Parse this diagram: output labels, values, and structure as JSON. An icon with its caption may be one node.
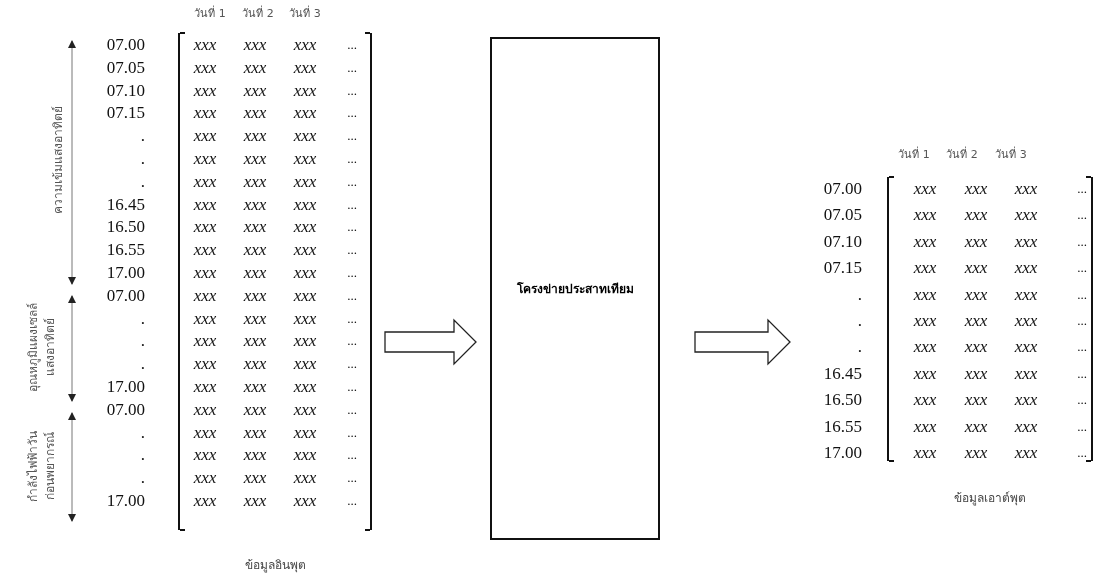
{
  "diagram": {
    "nodes": [
      {
        "text": [
          "ข้อมูลอินพุต"
        ]
      },
      {
        "text": [
          "โครงข่ายประสาทเทียม"
        ]
      },
      {
        "text": [
          "ข้อมูลเอาต์พุต"
        ]
      }
    ],
    "edges": [
      {
        "from": 0,
        "to": 1,
        "arrow": "to"
      },
      {
        "from": 1,
        "to": 2,
        "arrow": "to"
      }
    ],
    "labels": [
      "ความเข้มแสงอาทิตย์",
      "อุณหภูมิแผงเซลล์แสงอาทิตย์",
      "กำลังไฟฟ้าวันก่อนพยากรณ์",
      "วันที่ 1",
      "วันที่ 2",
      "วันที่ 3",
      "07.00",
      "xxx",
      "xxx",
      "xxx",
      "...",
      "07.05",
      "xxx",
      "xxx",
      "xxx",
      "...",
      "07.10",
      "xxx",
      "xxx",
      "xxx",
      "...",
      "07.15",
      "xxx",
      "xxx",
      "xxx",
      "...",
      ".",
      "xxx",
      "xxx",
      "xxx",
      "...",
      ".",
      "xxx",
      "xxx",
      "xxx",
      "...",
      ".",
      "xxx",
      "xxx",
      "xxx",
      "...",
      "16.45",
      "xxx",
      "xxx",
      "xxx",
      "...",
      "16.50",
      "xxx",
      "xxx",
      "xxx",
      "...",
      "16.55",
      "xxx",
      "xxx",
      "xxx",
      "...",
      "17.00",
      "xxx",
      "xxx",
      "xxx",
      "...",
      "07.00",
      "xxx",
      "xxx",
      "xxx",
      "...",
      ".",
      "xxx",
      "xxx",
      "xxx",
      "...",
      ".",
      "xxx",
      "xxx",
      "xxx",
      "...",
      ".",
      "xxx",
      "xxx",
      "xxx",
      "...",
      "17.00",
      "xxx",
      "xxx",
      "xxx",
      "...",
      "07.00",
      "xxx",
      "xxx",
      "xxx",
      "...",
      ".",
      "xxx",
      "xxx",
      "xxx",
      "...",
      ".",
      "xxx",
      "xxx",
      "xxx",
      "...",
      ".",
      "xxx",
      "xxx",
      "xxx",
      "...",
      "17.00",
      "xxx",
      "xxx",
      "xxx",
      "...",
      "วันที่ 1",
      "วันที่ 2",
      "วันที่ 3",
      "07.00",
      "xxx",
      "xxx",
      "xxx",
      "...",
      "07.05",
      "xxx",
      "xxx",
      "xxx",
      "...",
      "07.10",
      "xxx",
      "xxx",
      "xxx",
      "...",
      "07.15",
      "xxx",
      "xxx",
      "xxx",
      "...",
      ".",
      "xxx",
      "xxx",
      "xxx",
      "...",
      ".",
      "xxx",
      "xxx",
      "xxx",
      "...",
      ".",
      "xxx",
      "xxx",
      "xxx",
      "...",
      "16.45",
      "xxx",
      "xxx",
      "xxx",
      "...",
      "16.50",
      "xxx",
      "xxx",
      "xxx",
      "...",
      "16.55",
      "xxx",
      "xxx",
      "xxx",
      "...",
      "17.00",
      "xxx",
      "xxx",
      "xxx",
      "..."
    ]
  }
}
